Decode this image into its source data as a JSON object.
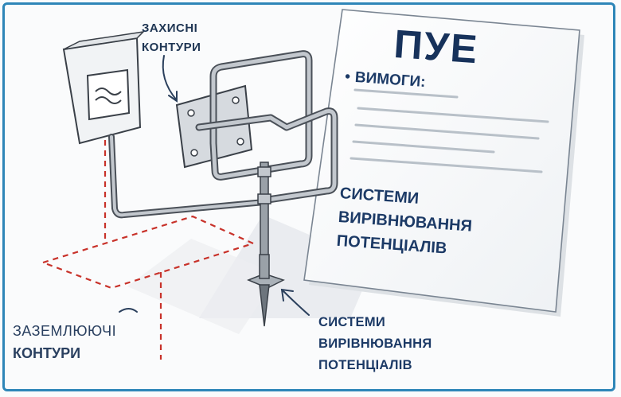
{
  "labels": {
    "protective_contours": [
      "ЗАХИСНІ",
      "КОНТУРИ"
    ],
    "document_title": "ПУЕ",
    "requirements": "ВИМОГИ:",
    "doc_systems": [
      "СИСТЕМИ",
      "ВИРІВНЮВАННЯ",
      "ПОТЕНЦІАЛІВ"
    ],
    "bottom_systems": [
      "СИСТЕМИ",
      "ВИРІВНЮВАННЯ",
      "ПОТЕНЦІАЛІВ"
    ],
    "grounding_contours": [
      "ЗАЗЕМЛЮЮЧІ",
      "КОНТУРИ"
    ]
  },
  "icons": {
    "panel_symbol": "ac-wave-icon",
    "bullet": "•"
  },
  "colors": {
    "frame": "#2e86b8",
    "text_dark": "#1c3a66",
    "dashed_red": "#c8322a",
    "metal": "#8c949c",
    "paper": "#ffffff"
  }
}
